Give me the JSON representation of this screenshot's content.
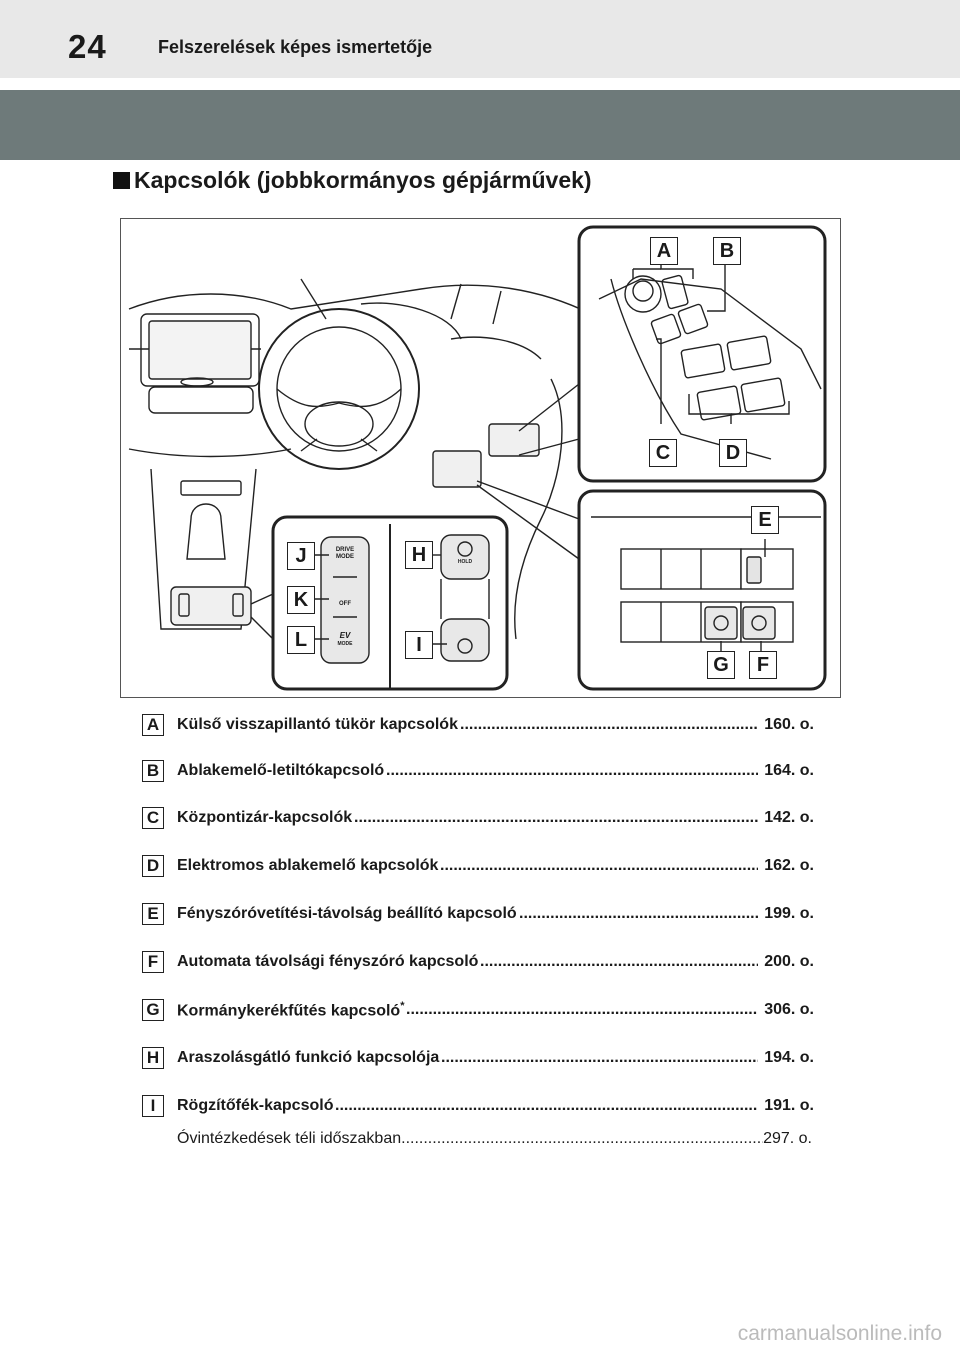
{
  "header": {
    "page_number": "24",
    "title": "Felszerelések képes ismertetője"
  },
  "section": {
    "title": "Kapcsolók (jobbkormányos gépjárművek)"
  },
  "figure": {
    "labels": {
      "A": "A",
      "B": "B",
      "C": "C",
      "D": "D",
      "E": "E",
      "F": "F",
      "G": "G",
      "H": "H",
      "I": "I",
      "J": "J",
      "K": "K",
      "L": "L"
    },
    "switch_text": {
      "drive_mode_1": "DRIVE",
      "drive_mode_2": "MODE",
      "off": "OFF",
      "ev": "EV",
      "ev_mode": "MODE",
      "hold": "HOLD"
    }
  },
  "callouts": [
    {
      "letter": "A",
      "text": "Külső visszapillantó tükör kapcsolók",
      "page": "160. o."
    },
    {
      "letter": "B",
      "text": "Ablakemelő-letiltókapcsoló",
      "page": "164. o."
    },
    {
      "letter": "C",
      "text": "Központizár-kapcsolók",
      "page": "142. o."
    },
    {
      "letter": "D",
      "text": "Elektromos ablakemelő kapcsolók",
      "page": "162. o."
    },
    {
      "letter": "E",
      "text": "Fényszóróvetítési-távolság beállító kapcsoló",
      "page": "199. o."
    },
    {
      "letter": "F",
      "text": "Automata távolsági fényszóró kapcsoló",
      "page": "200. o."
    },
    {
      "letter": "G",
      "text": "Kormánykerékfűtés kapcsoló",
      "sup": "*",
      "page": "306. o."
    },
    {
      "letter": "H",
      "text": "Araszolásgátló funkció kapcsolója",
      "page": "194. o."
    },
    {
      "letter": "I",
      "text": "Rögzítőfék-kapcsoló",
      "page": "191. o."
    }
  ],
  "note": {
    "text": "Óvintézkedések téli időszakban",
    "page": "297. o."
  },
  "watermark": "carmanualsonline.info"
}
